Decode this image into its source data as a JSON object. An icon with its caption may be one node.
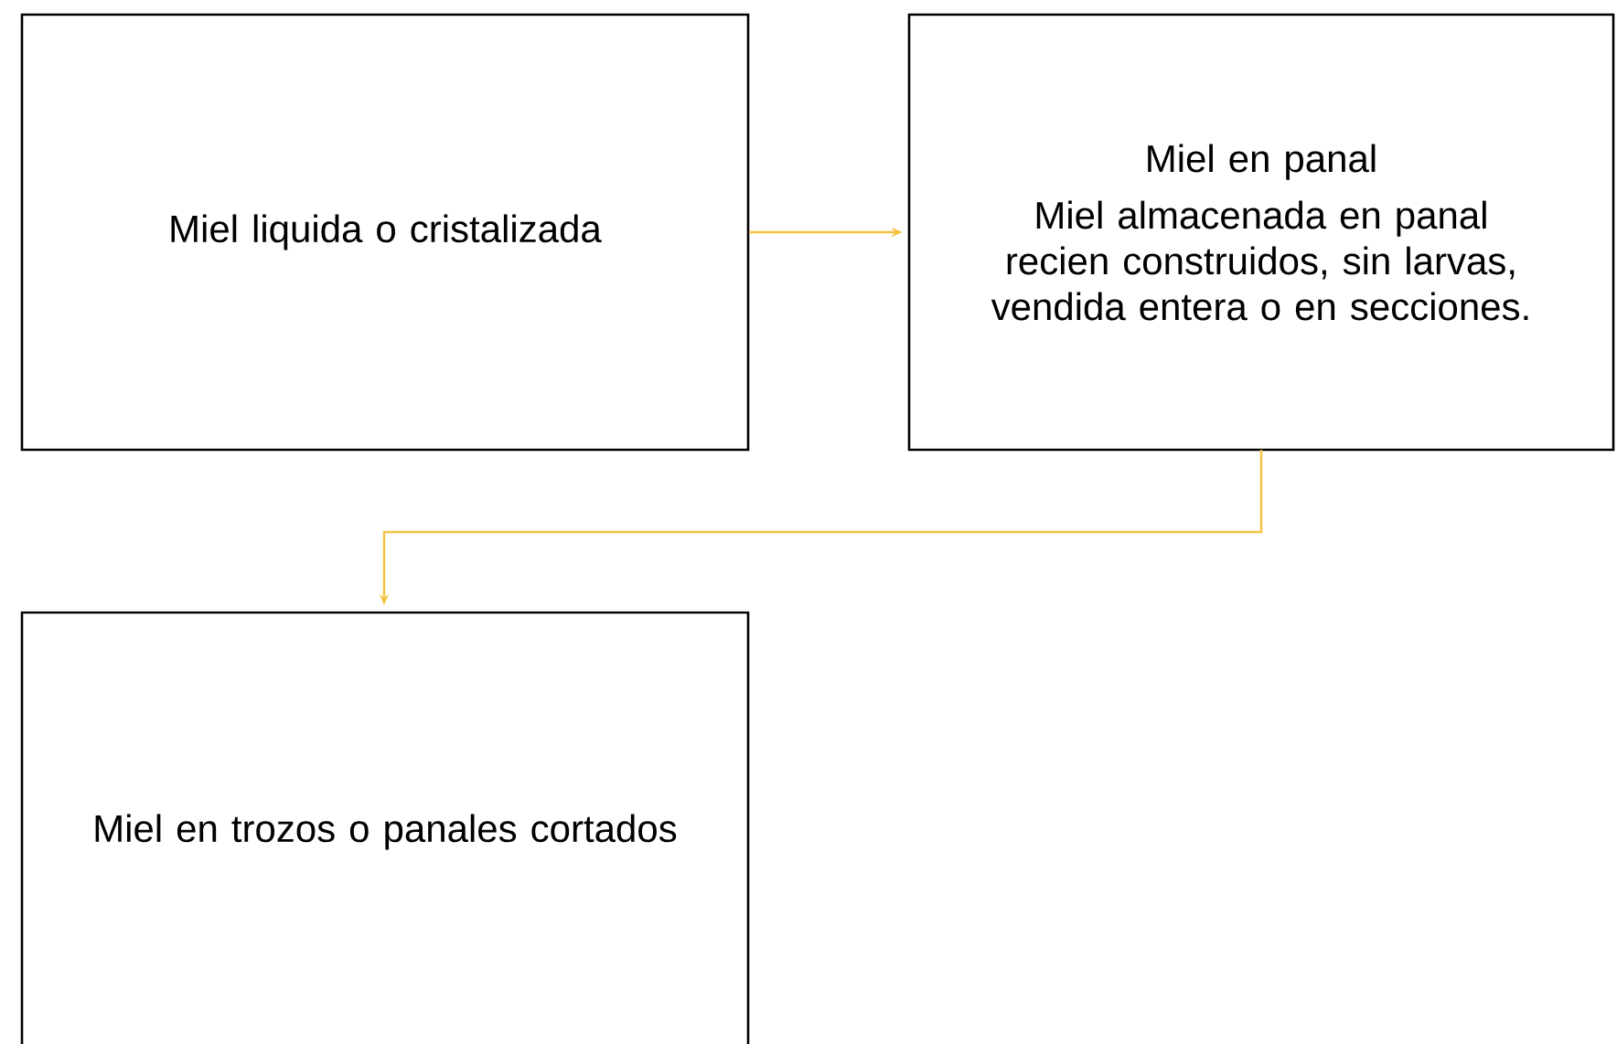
{
  "diagram": {
    "nodes": [
      {
        "text": [
          "Miel liquida o cristalizada"
        ]
      },
      {
        "text": [
          "Miel en panal",
          "Miel almacenada en panal recien construidos, sin larvas, vendida entera o en secciones."
        ]
      },
      {
        "text": [
          "Miel en trozos o panales cortados"
        ]
      }
    ],
    "edges": [
      {
        "from": 0,
        "to": 1,
        "arrow": "to"
      },
      {
        "from": 1,
        "to": 2,
        "arrow": "to"
      }
    ]
  }
}
